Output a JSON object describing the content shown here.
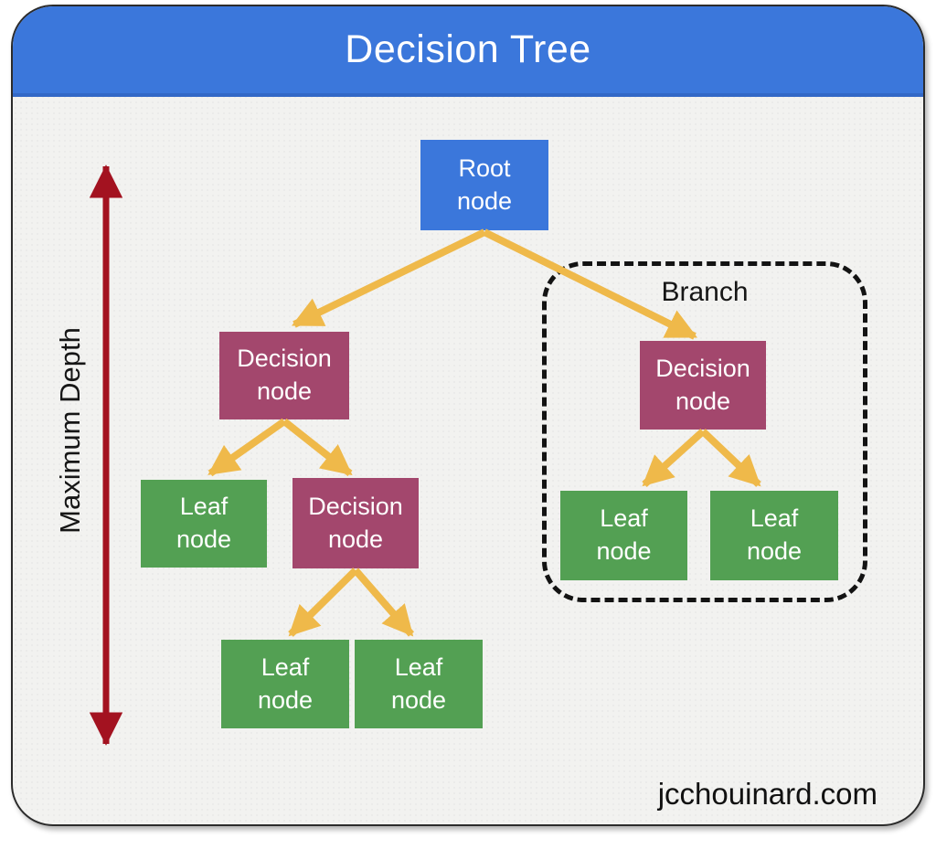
{
  "header": {
    "title": "Decision Tree"
  },
  "branch_group": {
    "label": "Branch"
  },
  "depth_axis": {
    "label": "Maximum Depth"
  },
  "footer": {
    "website": "jcchouinard.com"
  },
  "colors": {
    "header_blue": "#3b77db",
    "root_blue": "#3b77db",
    "decision_purple": "#a3476d",
    "leaf_green": "#53a053",
    "arrow_yellow": "#efb94a",
    "depth_red": "#a31220",
    "card_bg": "#f2f2f0",
    "card_border": "#2b2b2b",
    "node_text": "#ffffff"
  },
  "nodes": [
    {
      "id": "root",
      "type": "root",
      "label": "Root\nnode"
    },
    {
      "id": "decision-1",
      "type": "decision",
      "label": "Decision\nnode"
    },
    {
      "id": "leaf-1",
      "type": "leaf",
      "label": "Leaf\nnode"
    },
    {
      "id": "decision-2",
      "type": "decision",
      "label": "Decision\nnode"
    },
    {
      "id": "leaf-2",
      "type": "leaf",
      "label": "Leaf\nnode"
    },
    {
      "id": "leaf-3",
      "type": "leaf",
      "label": "Leaf\nnode"
    },
    {
      "id": "decision-3",
      "type": "decision",
      "label": "Decision\nnode"
    },
    {
      "id": "leaf-4",
      "type": "leaf",
      "label": "Leaf\nnode"
    },
    {
      "id": "leaf-5",
      "type": "leaf",
      "label": "Leaf\nnode"
    }
  ],
  "edges": [
    {
      "from": "root",
      "to": "decision-1"
    },
    {
      "from": "root",
      "to": "decision-3"
    },
    {
      "from": "decision-1",
      "to": "leaf-1"
    },
    {
      "from": "decision-1",
      "to": "decision-2"
    },
    {
      "from": "decision-2",
      "to": "leaf-2"
    },
    {
      "from": "decision-2",
      "to": "leaf-3"
    },
    {
      "from": "decision-3",
      "to": "leaf-4"
    },
    {
      "from": "decision-3",
      "to": "leaf-5"
    }
  ]
}
